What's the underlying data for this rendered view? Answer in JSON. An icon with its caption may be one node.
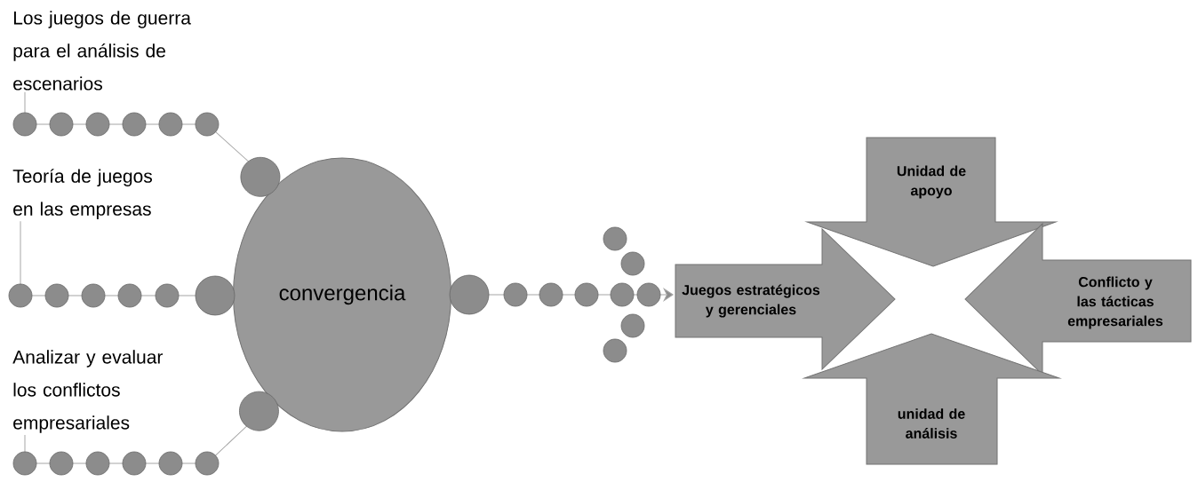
{
  "diagram": {
    "nodes": [
      {
        "text": [
          "Los juegos de guerra para el análisis de escenarios"
        ]
      },
      {
        "text": [
          "Teoría de juegos en las empresas"
        ]
      },
      {
        "text": [
          "Analizar y evaluar los conflictos empresariales"
        ]
      },
      {
        "text": [
          "convergencia"
        ]
      },
      {
        "text": [
          "Unidad de apoyo"
        ]
      },
      {
        "text": [
          "Juegos estratégicos y gerenciales"
        ]
      },
      {
        "text": [
          "Conflicto y las tácticas empresariales"
        ]
      },
      {
        "text": [
          "unidad de análisis"
        ]
      }
    ],
    "edges": [
      {
        "from": 0,
        "to": 3,
        "arrow": "other"
      },
      {
        "from": 1,
        "to": 3,
        "arrow": "other"
      },
      {
        "from": 2,
        "to": 3,
        "arrow": "other"
      },
      {
        "from": 3,
        "to": 5,
        "arrow": "to"
      }
    ]
  }
}
